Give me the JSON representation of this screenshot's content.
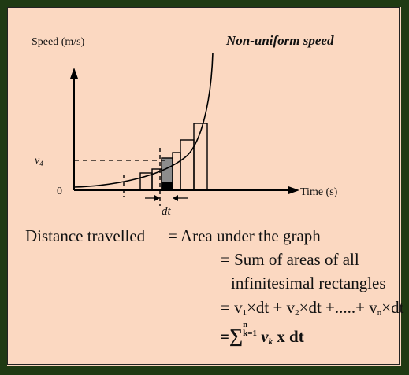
{
  "labels": {
    "y_axis": "Speed (m/s)",
    "title": "Non-uniform speed",
    "v_label": "v",
    "v_subscript": "4",
    "origin": "0",
    "x_axis": "Time (s)",
    "dt": "dt"
  },
  "text": {
    "line1_left": "Distance travelled",
    "line1_eq": "= Area under the graph",
    "line2": "= Sum of areas of all",
    "line3": "infinitesimal  rectangles",
    "line4": {
      "eq": "= v",
      "s1": "1",
      "a1": "×dt + v",
      "s2": "2",
      "a2": "×dt +.....+ v",
      "sn": "n",
      "a3": "×dt"
    },
    "line5": {
      "eq": "=",
      "sigma": "∑",
      "upper": "n",
      "lower": "k=1",
      "v": "v",
      "vs": "k",
      "tail": " x dt"
    }
  },
  "colors": {
    "background": "#fbd8c1",
    "frame": "#1f3a13",
    "shaded_strip": "#8c8c8c"
  }
}
